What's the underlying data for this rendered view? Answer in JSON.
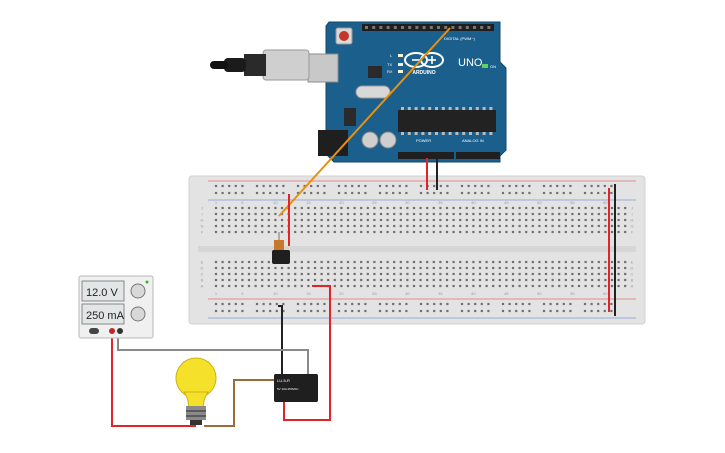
{
  "arduino": {
    "brand": "ARDUINO",
    "model": "UNO",
    "digital_header": "DIGITAL (PWM~)",
    "power_header": "POWER",
    "analog_header": "ANALOG IN",
    "tx_label": "TX",
    "rx_label": "RX",
    "l_label": "L",
    "on_label": "ON",
    "board_color": "#1b5f8c"
  },
  "breadboard": {
    "column_numbers": [
      "1",
      "5",
      "10",
      "15",
      "20",
      "25",
      "30",
      "35",
      "40",
      "45",
      "50",
      "55",
      "60"
    ],
    "row_letters_top": [
      "J",
      "I",
      "H",
      "G",
      "F"
    ],
    "row_letters_bottom": [
      "E",
      "D",
      "C",
      "B",
      "A"
    ]
  },
  "power_supply": {
    "voltage": "12.0 V",
    "current": "250 mA"
  },
  "relay": {
    "line1": "LU-5-R",
    "line2": "5V 10A 250VAC"
  },
  "colors": {
    "wire_red": "#e0242a",
    "wire_black": "#222222",
    "wire_orange": "#e8910c",
    "wire_gray": "#8a8a8a",
    "wire_brown": "#9b6b3a",
    "bulb_yellow": "#f6e12a"
  }
}
